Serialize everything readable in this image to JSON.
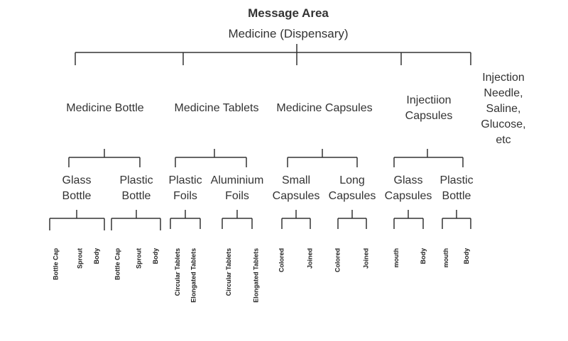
{
  "title": "Message Area",
  "root": "Medicine (Dispensary)",
  "categories": [
    {
      "label": "Medicine Bottle"
    },
    {
      "label": "Medicine Tablets"
    },
    {
      "label": "Medicine Capsules"
    },
    {
      "label": "Injectiion\nCapsules"
    },
    {
      "label": "Injection\nNeedle,\nSaline,\nGlucose,\netc"
    }
  ],
  "subcategories": [
    {
      "label": "Glass\nBottle"
    },
    {
      "label": "Plastic\nBottle"
    },
    {
      "label": "Plastic\nFoils"
    },
    {
      "label": "Aluminium\nFoils"
    },
    {
      "label": "Small\nCapsules"
    },
    {
      "label": "Long\nCapsules"
    },
    {
      "label": "Glass\nCapsules"
    },
    {
      "label": "Plastic\nBottle"
    }
  ],
  "leaves": [
    {
      "label": "Bottle Cap"
    },
    {
      "label": "Sprout"
    },
    {
      "label": "Body"
    },
    {
      "label": "Bottle Cap"
    },
    {
      "label": "Sprout"
    },
    {
      "label": "Body"
    },
    {
      "label": "Circular Tablets"
    },
    {
      "label": "Elongated Tablets"
    },
    {
      "label": "Circular Tablets"
    },
    {
      "label": "Elongated Tablets"
    },
    {
      "label": "Colored"
    },
    {
      "label": "Joined"
    },
    {
      "label": "Colored"
    },
    {
      "label": "Joined"
    },
    {
      "label": "mouth"
    },
    {
      "label": "Body"
    },
    {
      "label": "mouth"
    },
    {
      "label": "Body"
    }
  ]
}
